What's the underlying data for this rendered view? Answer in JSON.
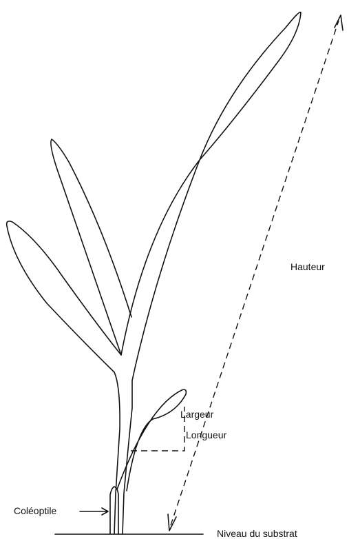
{
  "labels": {
    "height": "Hauteur",
    "width": "Largeur",
    "length": "Longueur",
    "coleoptile": "Coléoptile",
    "substrate_level": "Niveau du substrat"
  }
}
